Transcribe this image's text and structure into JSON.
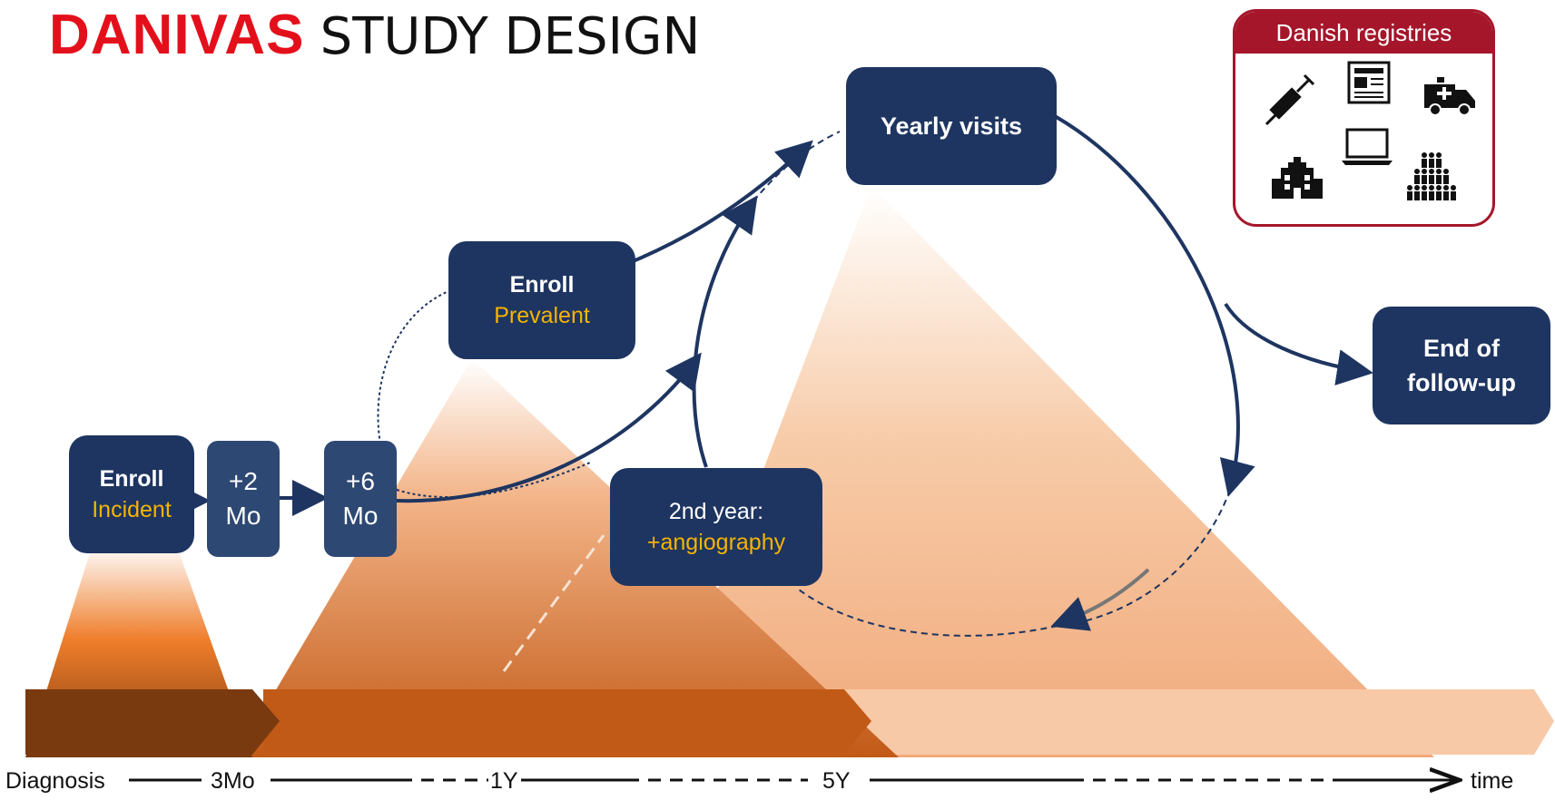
{
  "title": {
    "brand": "DANIVAS",
    "rest": "STUDY DESIGN"
  },
  "registries": {
    "header": "Danish registries",
    "icons": [
      "syringe-icon",
      "newspaper-icon",
      "ambulance-icon",
      "laptop-icon",
      "hospital-icon",
      "population-icon"
    ],
    "border_color": "#a5162a"
  },
  "boxes": {
    "enroll_incident": {
      "line1": "Enroll",
      "line2": "Incident"
    },
    "plus2mo": {
      "line1": "+2",
      "line2": "Mo"
    },
    "plus6mo": {
      "line1": "+6",
      "line2": "Mo"
    },
    "enroll_prevalent": {
      "line1": "Enroll",
      "line2": "Prevalent"
    },
    "second_year": {
      "line1": "2nd year:",
      "line2": "+angiography"
    },
    "yearly_visits": {
      "line1": "Yearly visits"
    },
    "end_followup": {
      "line1": "End of",
      "line2": "follow-up"
    }
  },
  "timeline": {
    "labels": [
      "Diagnosis",
      "3Mo",
      "1Y",
      "5Y",
      "time"
    ]
  },
  "colors": {
    "box": "#1e3561",
    "highlight": "#f5b400",
    "brand": "#e3101b",
    "orange_dark": "#7a3a0f",
    "orange": "#c25a17"
  }
}
